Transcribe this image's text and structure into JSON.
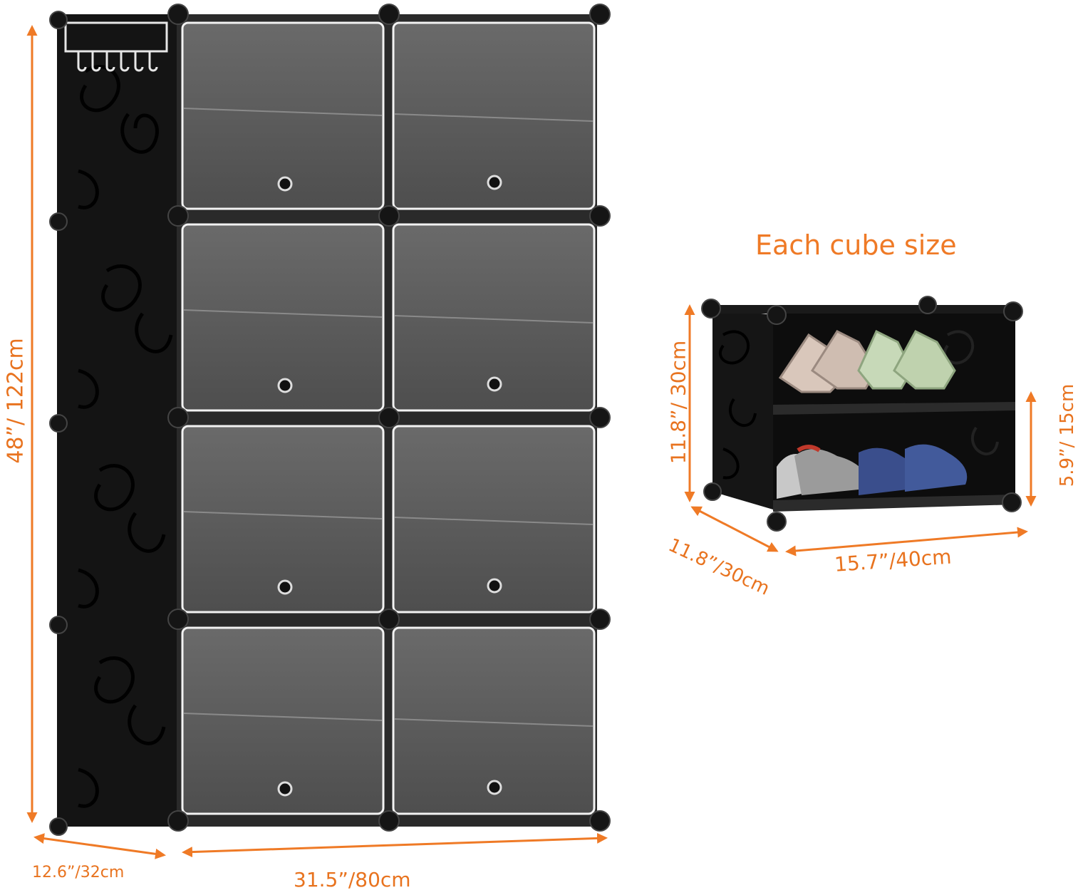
{
  "product": {
    "cabinet": {
      "columns": 2,
      "rows": 4,
      "doors": 8
    },
    "cube": {
      "shelves": 2
    }
  },
  "labels": {
    "cube_title": "Each cube size",
    "total_height": "48”/ 122cm",
    "total_depth": "12.6”/32cm",
    "total_width": "31.5”/80cm",
    "cube_height": "11.8”/ 30cm",
    "cube_shelf_height": "5.9”/ 15cm",
    "cube_depth": "11.8”/30cm",
    "cube_width": "15.7”/40cm"
  },
  "colors": {
    "accent": "#ef7a26",
    "panel": "#141414",
    "door": "#5c5c5c",
    "frame": "#f2f2f2"
  }
}
